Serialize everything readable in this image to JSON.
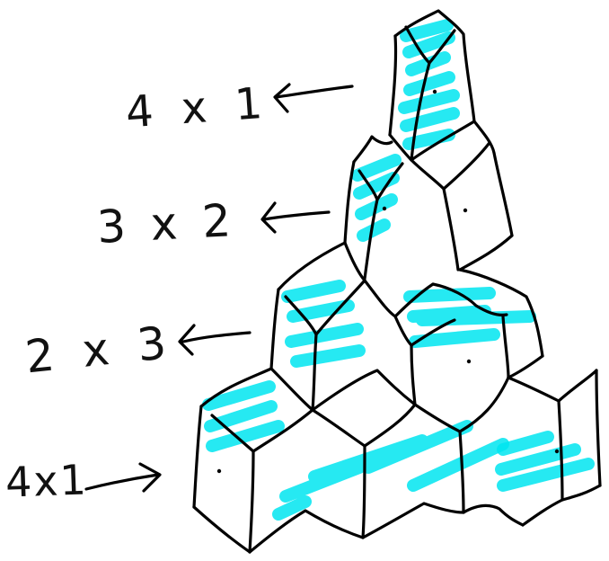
{
  "labels": [
    {
      "text": "4 x 1"
    },
    {
      "text": "3 x 2"
    },
    {
      "text": "2 x 3"
    },
    {
      "text": "4x1"
    }
  ],
  "colors": {
    "ink": "#000000",
    "highlight": "#00e5f0",
    "background": "#ffffff"
  }
}
